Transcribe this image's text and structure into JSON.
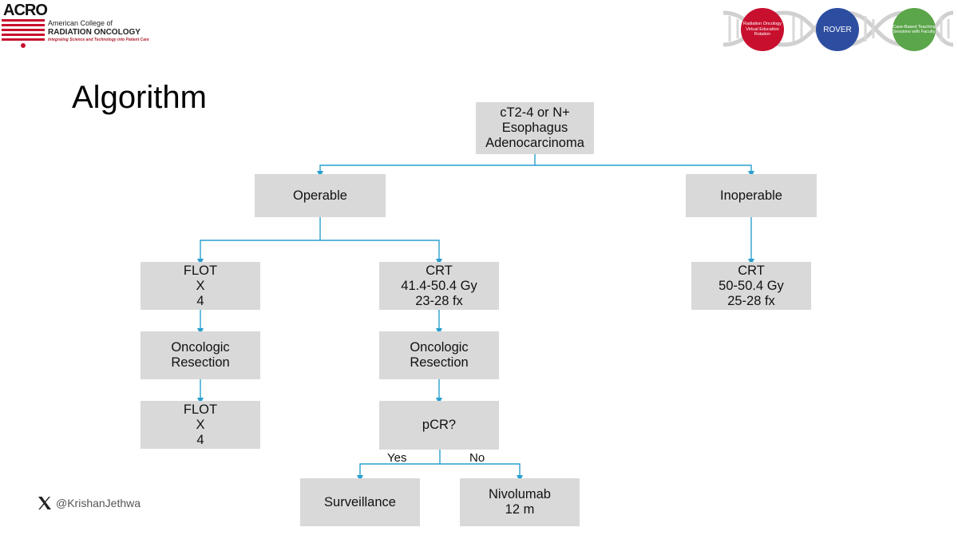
{
  "header": {
    "acro_abbrev": "ACRO",
    "acro_name_line1": "American College of",
    "acro_name_line2": "RADIATION ONCOLOGY",
    "acro_tagline": "Integrating Science and Technology into Patient Care",
    "rover_circles": [
      {
        "label": "Radiation Oncology Virtual Education Rotation",
        "color": "#c8102e"
      },
      {
        "label": "ROVER",
        "color": "#2d4ea0"
      },
      {
        "label": "Case-Based Teaching Sessions with Faculty",
        "color": "#5ba54a"
      }
    ]
  },
  "slide": {
    "title": "Algorithm"
  },
  "flowchart": {
    "nodes": {
      "root": [
        "cT2-4 or N+",
        "Esophagus",
        "Adenocarcinoma"
      ],
      "operable": [
        "Operable"
      ],
      "inoperable": [
        "Inoperable"
      ],
      "flot_pre": [
        "FLOT",
        "X",
        "4"
      ],
      "resection_left": [
        "Oncologic",
        "Resection"
      ],
      "flot_post": [
        "FLOT",
        "X",
        "4"
      ],
      "crt_operable": [
        "CRT",
        "41.4-50.4 Gy",
        "23-28 fx"
      ],
      "resection_right": [
        "Oncologic",
        "Resection"
      ],
      "pcr": [
        "pCR?"
      ],
      "surveillance": [
        "Surveillance"
      ],
      "nivolumab": [
        "Nivolumab",
        "12 m"
      ],
      "crt_inoperable": [
        "CRT",
        "50-50.4 Gy",
        "25-28 fx"
      ]
    },
    "edge_labels": {
      "yes": "Yes",
      "no": "No"
    },
    "box_color": "#d9d9d9",
    "connector_color": "#2a9fd0"
  },
  "footer": {
    "handle": "@KrishanJethwa"
  }
}
